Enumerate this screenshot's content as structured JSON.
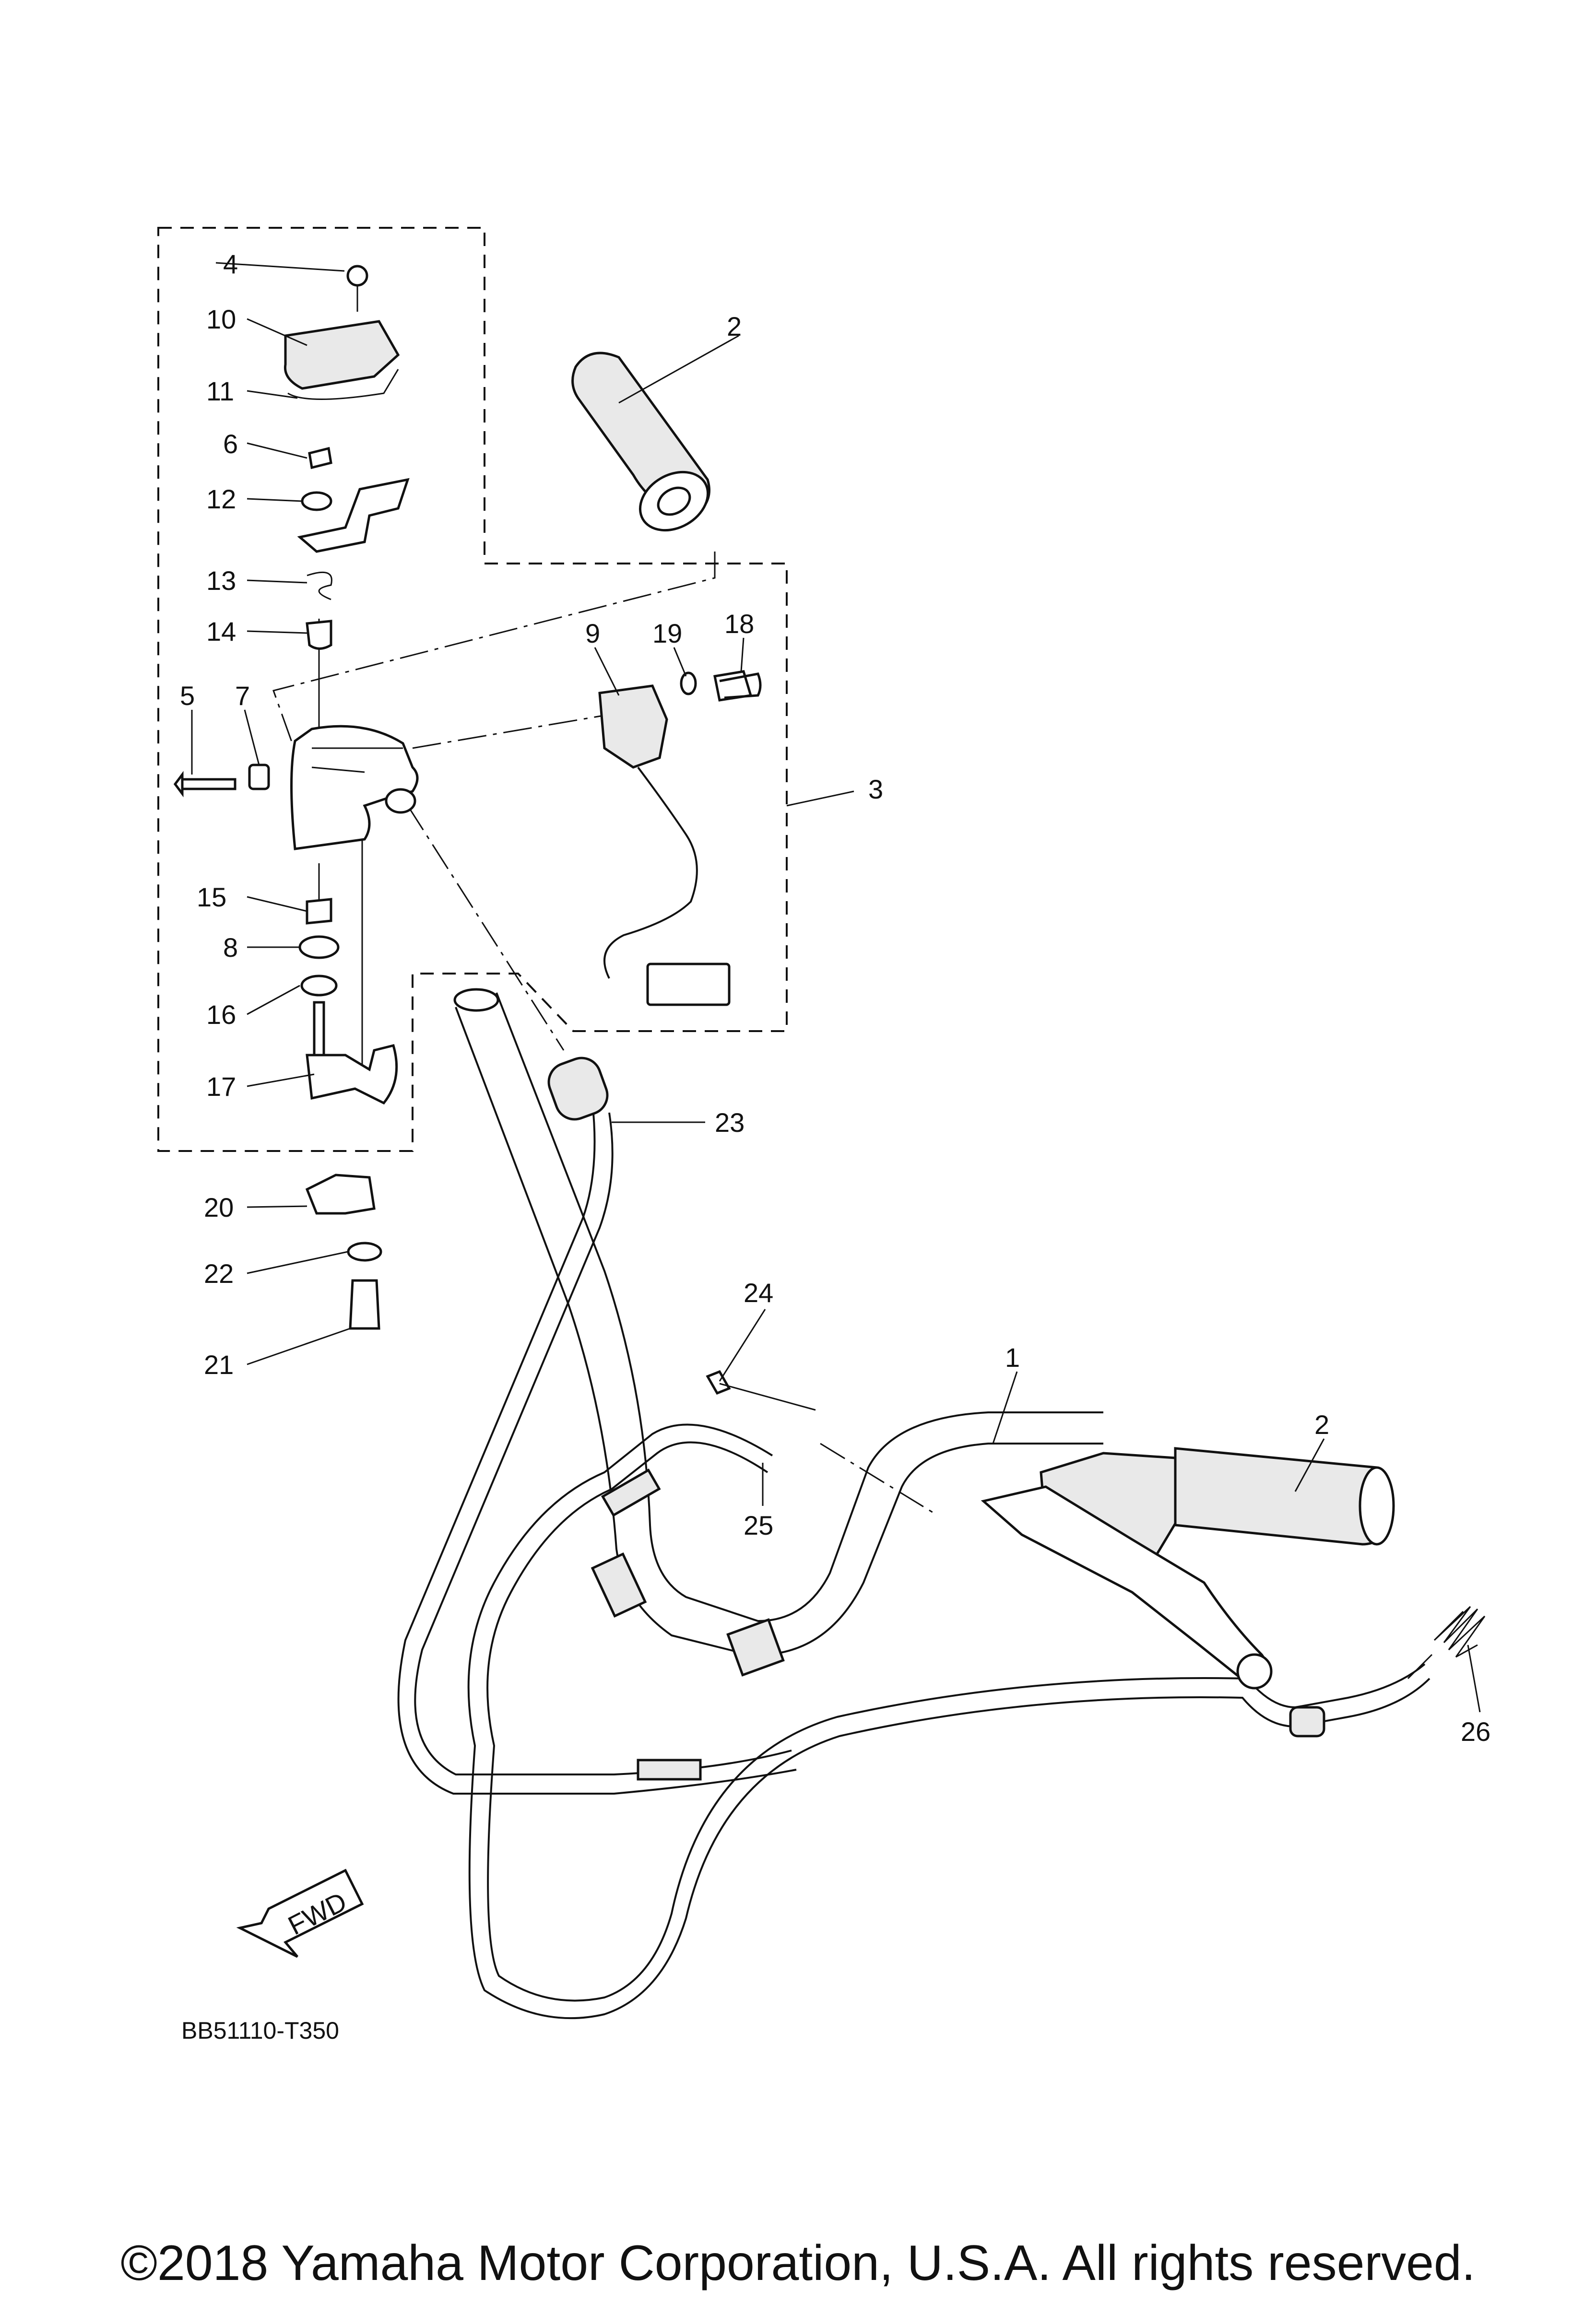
{
  "diagram_code": "BB51110-T350",
  "copyright": "©2018 Yamaha Motor Corporation, U.S.A. All rights reserved.",
  "fwd_label": "FWD",
  "callouts": [
    "1",
    "2",
    "2",
    "3",
    "4",
    "5",
    "6",
    "7",
    "8",
    "9",
    "10",
    "11",
    "12",
    "13",
    "14",
    "15",
    "16",
    "17",
    "18",
    "19",
    "20",
    "21",
    "22",
    "23",
    "24",
    "25",
    "26"
  ]
}
